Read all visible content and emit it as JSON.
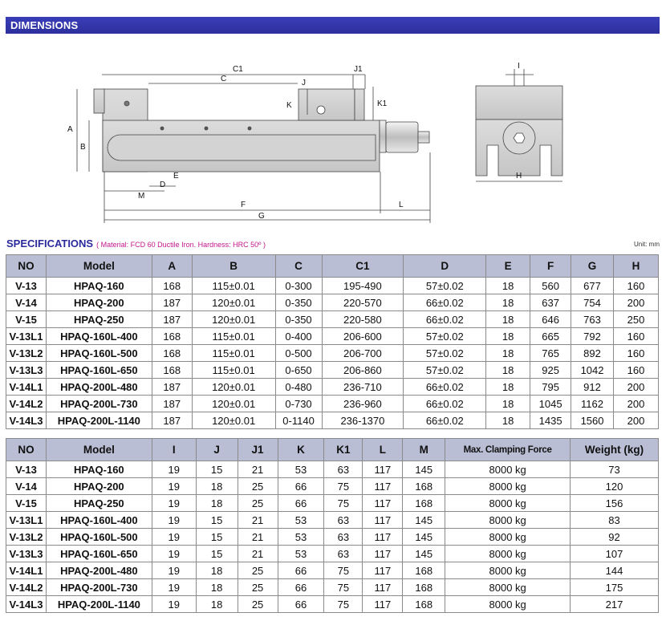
{
  "section_title": "DIMENSIONS",
  "drawing_labels": {
    "C1": "C1",
    "C": "C",
    "J1": "J1",
    "J": "J",
    "K": "K",
    "K1": "K1",
    "A": "A",
    "B": "B",
    "E": "E",
    "D": "D",
    "M": "M",
    "F": "F",
    "L": "L",
    "G": "G",
    "I": "I",
    "H": "H"
  },
  "specifications": {
    "title": "SPECIFICATIONS",
    "note": "( Material: FCD 60 Ductile Iron. Hardness: HRC 50º )",
    "unit": "Unit: mm"
  },
  "table1": {
    "headers": [
      "NO",
      "Model",
      "A",
      "B",
      "C",
      "C1",
      "D",
      "E",
      "F",
      "G",
      "H"
    ],
    "rows": [
      [
        "V-13",
        "HPAQ-160",
        "168",
        "115±0.01",
        "0-300",
        "195-490",
        "57±0.02",
        "18",
        "560",
        "677",
        "160"
      ],
      [
        "V-14",
        "HPAQ-200",
        "187",
        "120±0.01",
        "0-350",
        "220-570",
        "66±0.02",
        "18",
        "637",
        "754",
        "200"
      ],
      [
        "V-15",
        "HPAQ-250",
        "187",
        "120±0.01",
        "0-350",
        "220-580",
        "66±0.02",
        "18",
        "646",
        "763",
        "250"
      ],
      [
        "V-13L1",
        "HPAQ-160L-400",
        "168",
        "115±0.01",
        "0-400",
        "206-600",
        "57±0.02",
        "18",
        "665",
        "792",
        "160"
      ],
      [
        "V-13L2",
        "HPAQ-160L-500",
        "168",
        "115±0.01",
        "0-500",
        "206-700",
        "57±0.02",
        "18",
        "765",
        "892",
        "160"
      ],
      [
        "V-13L3",
        "HPAQ-160L-650",
        "168",
        "115±0.01",
        "0-650",
        "206-860",
        "57±0.02",
        "18",
        "925",
        "1042",
        "160"
      ],
      [
        "V-14L1",
        "HPAQ-200L-480",
        "187",
        "120±0.01",
        "0-480",
        "236-710",
        "66±0.02",
        "18",
        "795",
        "912",
        "200"
      ],
      [
        "V-14L2",
        "HPAQ-200L-730",
        "187",
        "120±0.01",
        "0-730",
        "236-960",
        "66±0.02",
        "18",
        "1045",
        "1162",
        "200"
      ],
      [
        "V-14L3",
        "HPAQ-200L-1140",
        "187",
        "120±0.01",
        "0-1140",
        "236-1370",
        "66±0.02",
        "18",
        "1435",
        "1560",
        "200"
      ]
    ]
  },
  "table2": {
    "headers": [
      "NO",
      "Model",
      "I",
      "J",
      "J1",
      "K",
      "K1",
      "L",
      "M",
      "Max. Clamping Force",
      "Weight (kg)"
    ],
    "rows": [
      [
        "V-13",
        "HPAQ-160",
        "19",
        "15",
        "21",
        "53",
        "63",
        "117",
        "145",
        "8000 kg",
        "73"
      ],
      [
        "V-14",
        "HPAQ-200",
        "19",
        "18",
        "25",
        "66",
        "75",
        "117",
        "168",
        "8000 kg",
        "120"
      ],
      [
        "V-15",
        "HPAQ-250",
        "19",
        "18",
        "25",
        "66",
        "75",
        "117",
        "168",
        "8000 kg",
        "156"
      ],
      [
        "V-13L1",
        "HPAQ-160L-400",
        "19",
        "15",
        "21",
        "53",
        "63",
        "117",
        "145",
        "8000 kg",
        "83"
      ],
      [
        "V-13L2",
        "HPAQ-160L-500",
        "19",
        "15",
        "21",
        "53",
        "63",
        "117",
        "145",
        "8000 kg",
        "92"
      ],
      [
        "V-13L3",
        "HPAQ-160L-650",
        "19",
        "15",
        "21",
        "53",
        "63",
        "117",
        "145",
        "8000 kg",
        "107"
      ],
      [
        "V-14L1",
        "HPAQ-200L-480",
        "19",
        "18",
        "25",
        "66",
        "75",
        "117",
        "168",
        "8000 kg",
        "144"
      ],
      [
        "V-14L2",
        "HPAQ-200L-730",
        "19",
        "18",
        "25",
        "66",
        "75",
        "117",
        "168",
        "8000 kg",
        "175"
      ],
      [
        "V-14L3",
        "HPAQ-200L-1140",
        "19",
        "18",
        "25",
        "66",
        "75",
        "117",
        "168",
        "8000 kg",
        "217"
      ]
    ]
  }
}
